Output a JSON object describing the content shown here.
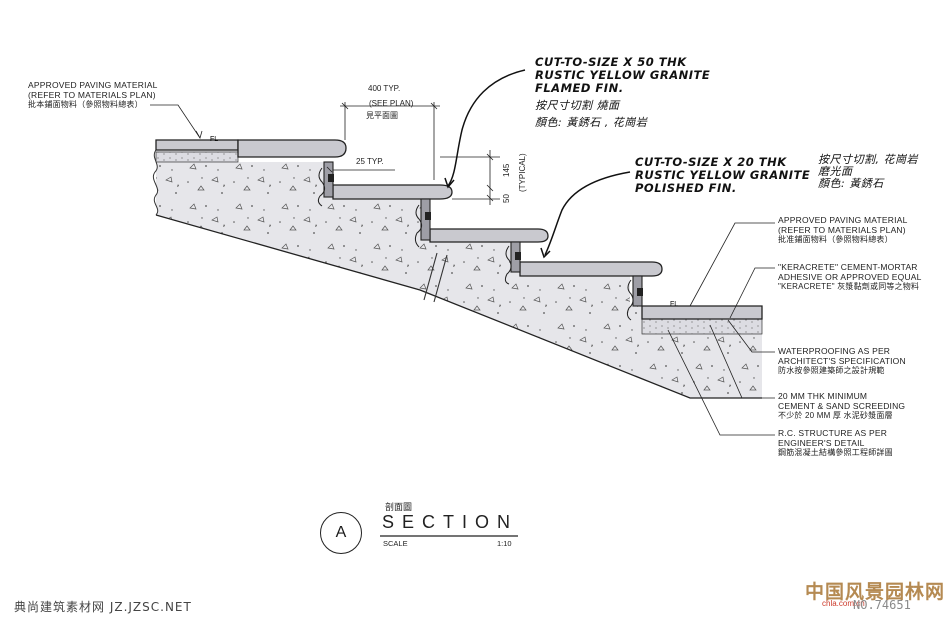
{
  "notes": {
    "paving_left": [
      "APPROVED PAVING MATERIAL",
      "(REFER TO MATERIALS PLAN)",
      "批本鋪面物料（參照物料總表）"
    ],
    "paving_right": [
      "APPROVED PAVING MATERIAL",
      "(REFER TO MATERIALS PLAN)",
      "批准鋪面物料（參照物料總表）"
    ],
    "keracrete": [
      "\"KERACRETE\" CEMENT-MORTAR",
      "ADHESIVE OR APPROVED EQUAL",
      "\"KERACRETE\" 灰漿黏劑或同等之物料"
    ],
    "waterproofing": [
      "WATERPROOFING AS PER",
      "ARCHITECT'S SPECIFICATION",
      "防水按參照建築師之設計規範"
    ],
    "screeding": [
      "20 MM THK MINIMUM",
      "CEMENT & SAND SCREEDING",
      "不少於 20 MM 厚 水泥砂漿面層"
    ],
    "rc": [
      "R.C. STRUCTURE AS PER",
      "ENGINEER'S DETAIL",
      "鋼筋混凝土結構參照工程師詳圖"
    ]
  },
  "handnotes": {
    "granite50": [
      "CUT-TO-SIZE X 50 THK",
      "RUSTIC YELLOW GRANITE",
      "FLAMED FIN."
    ],
    "granite50_cn": [
      "按尺寸切割  燒面",
      "顏色: 黃銹石 , 花崗岩"
    ],
    "granite20": [
      "CUT-TO-SIZE X 20 THK",
      "RUSTIC YELLOW GRANITE",
      "POLISHED FIN."
    ],
    "granite20_cn": [
      "按尺寸切割, 花崗岩",
      "磨光面",
      "顏色: 黃銹石"
    ]
  },
  "dimensions": {
    "tread": "400 TYP.",
    "see_plan": "(SEE PLAN)",
    "see_plan_cn": "見平面圖",
    "nosing": "25 TYP.",
    "riser": "145",
    "typical": "(TYPICAL)",
    "thickness": "50",
    "fl_top": "FL",
    "fl_bottom": "FL"
  },
  "section": {
    "marker": "A",
    "cn": "剖面圖",
    "title": "SECTION",
    "scale_label": "SCALE",
    "scale": "1:10"
  },
  "footer": {
    "left": "典尚建筑素材网 JZ.JZSC.NET",
    "brand": "中国风景园林网",
    "brand_sub": "chla.com.cn",
    "number": "NO.74651"
  }
}
